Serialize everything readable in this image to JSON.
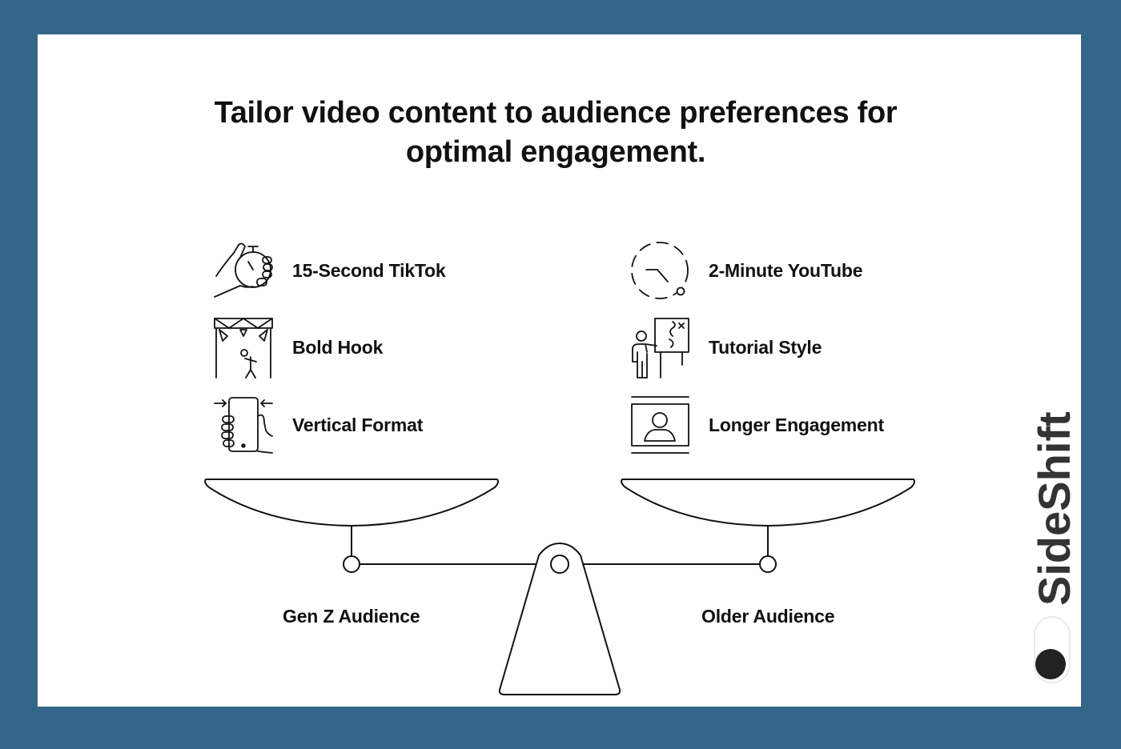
{
  "title": {
    "line1": "Tailor video content to audience preferences for",
    "line2": "optimal engagement."
  },
  "left_side": {
    "audience": "Gen Z Audience",
    "items": [
      {
        "label": "15-Second TikTok",
        "icon": "stopwatch-hand-icon"
      },
      {
        "label": "Bold Hook",
        "icon": "stage-spotlight-icon"
      },
      {
        "label": "Vertical Format",
        "icon": "vertical-phone-icon"
      }
    ]
  },
  "right_side": {
    "audience": "Older Audience",
    "items": [
      {
        "label": "2-Minute YouTube",
        "icon": "dashed-clock-icon"
      },
      {
        "label": "Tutorial Style",
        "icon": "presenter-board-icon"
      },
      {
        "label": "Longer Engagement",
        "icon": "video-frame-person-icon"
      }
    ]
  },
  "brand": {
    "name": "SideShift"
  },
  "colors": {
    "background": "#336688",
    "card": "#ffffff",
    "ink": "#111111"
  }
}
